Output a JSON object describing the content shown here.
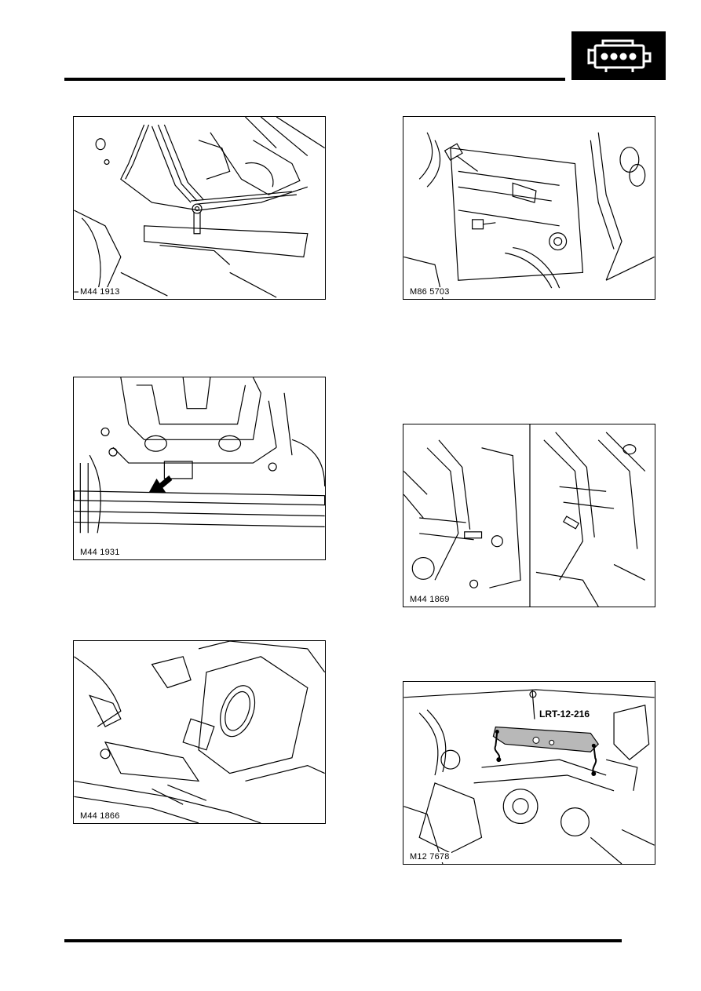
{
  "header": {
    "section_icon": "engine-icon"
  },
  "figures": [
    {
      "id": "fig1",
      "code": "M44 1913"
    },
    {
      "id": "fig2",
      "code": "M86 5703"
    },
    {
      "id": "fig3",
      "code": "M44 1931"
    },
    {
      "id": "fig4",
      "code": "M44 1869"
    },
    {
      "id": "fig5",
      "code": "M44 1866"
    },
    {
      "id": "fig6",
      "code": "M12 7678",
      "tool_label": "LRT-12-216"
    }
  ],
  "colors": {
    "ink": "#000000",
    "paper": "#ffffff",
    "tool_fill": "#b8b8b8"
  }
}
